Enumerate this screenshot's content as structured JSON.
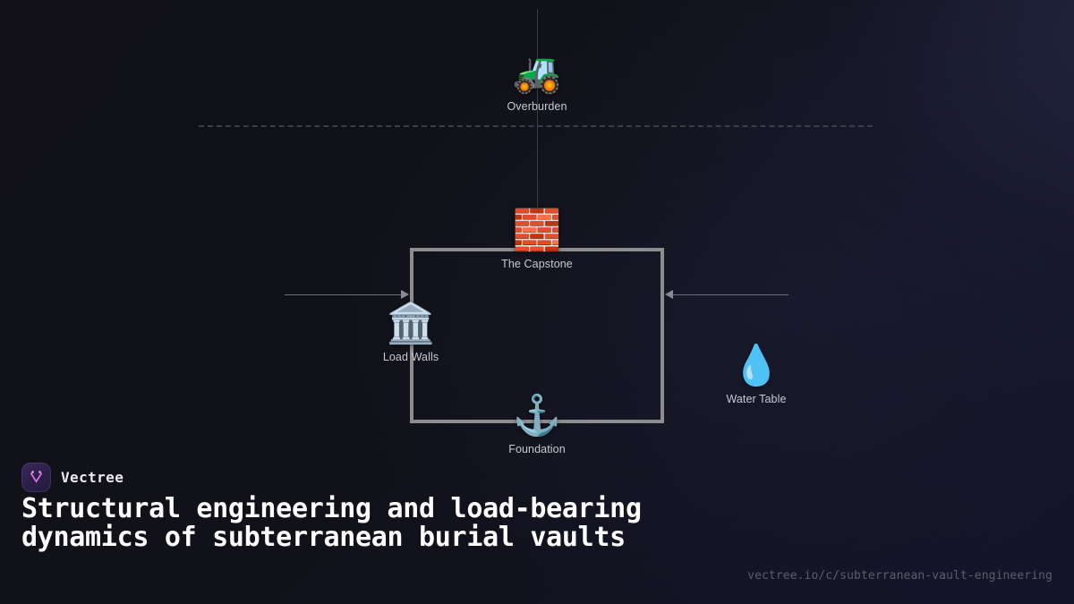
{
  "theme": {
    "background": "#101016",
    "accent_glow": "#2e3258",
    "wall_color": "#8d8d8d",
    "connector_color": "#6e6e76",
    "ground_line_color": "#3d3d45",
    "label_color": "#c8c8cf",
    "brand_purple": "#3a2a5c",
    "brand_pink": "#e26ff0",
    "url_color": "#5d5d68"
  },
  "diagram": {
    "nodes": [
      {
        "id": "overburden",
        "icon": "tractor-icon",
        "glyph": "🚜",
        "label": "Overburden"
      },
      {
        "id": "capstone",
        "icon": "brick-wall-icon",
        "glyph": "🧱",
        "label": "The Capstone"
      },
      {
        "id": "load-walls",
        "icon": "classical-building-icon",
        "glyph": "🏛️",
        "label": "Load Walls"
      },
      {
        "id": "water-table",
        "icon": "water-drop-icon",
        "glyph": "💧",
        "label": "Water Table"
      },
      {
        "id": "foundation",
        "icon": "anchor-icon",
        "glyph": "⚓",
        "label": "Foundation"
      }
    ],
    "ground_line": {
      "name": "ground-level-dashed-line",
      "style": "dashed"
    },
    "vault": {
      "name": "vault-enclosure",
      "border_width": 4
    },
    "connectors": [
      {
        "name": "lateral-load-arrow-left",
        "direction": "right"
      },
      {
        "name": "lateral-load-arrow-right",
        "direction": "left"
      },
      {
        "name": "vertical-load-line",
        "direction": "down"
      }
    ]
  },
  "footer": {
    "brand_name": "Vectree",
    "headline": "Structural engineering and load-bearing dynamics of subterranean burial vaults",
    "url": "vectree.io/c/subterranean-vault-engineering"
  }
}
